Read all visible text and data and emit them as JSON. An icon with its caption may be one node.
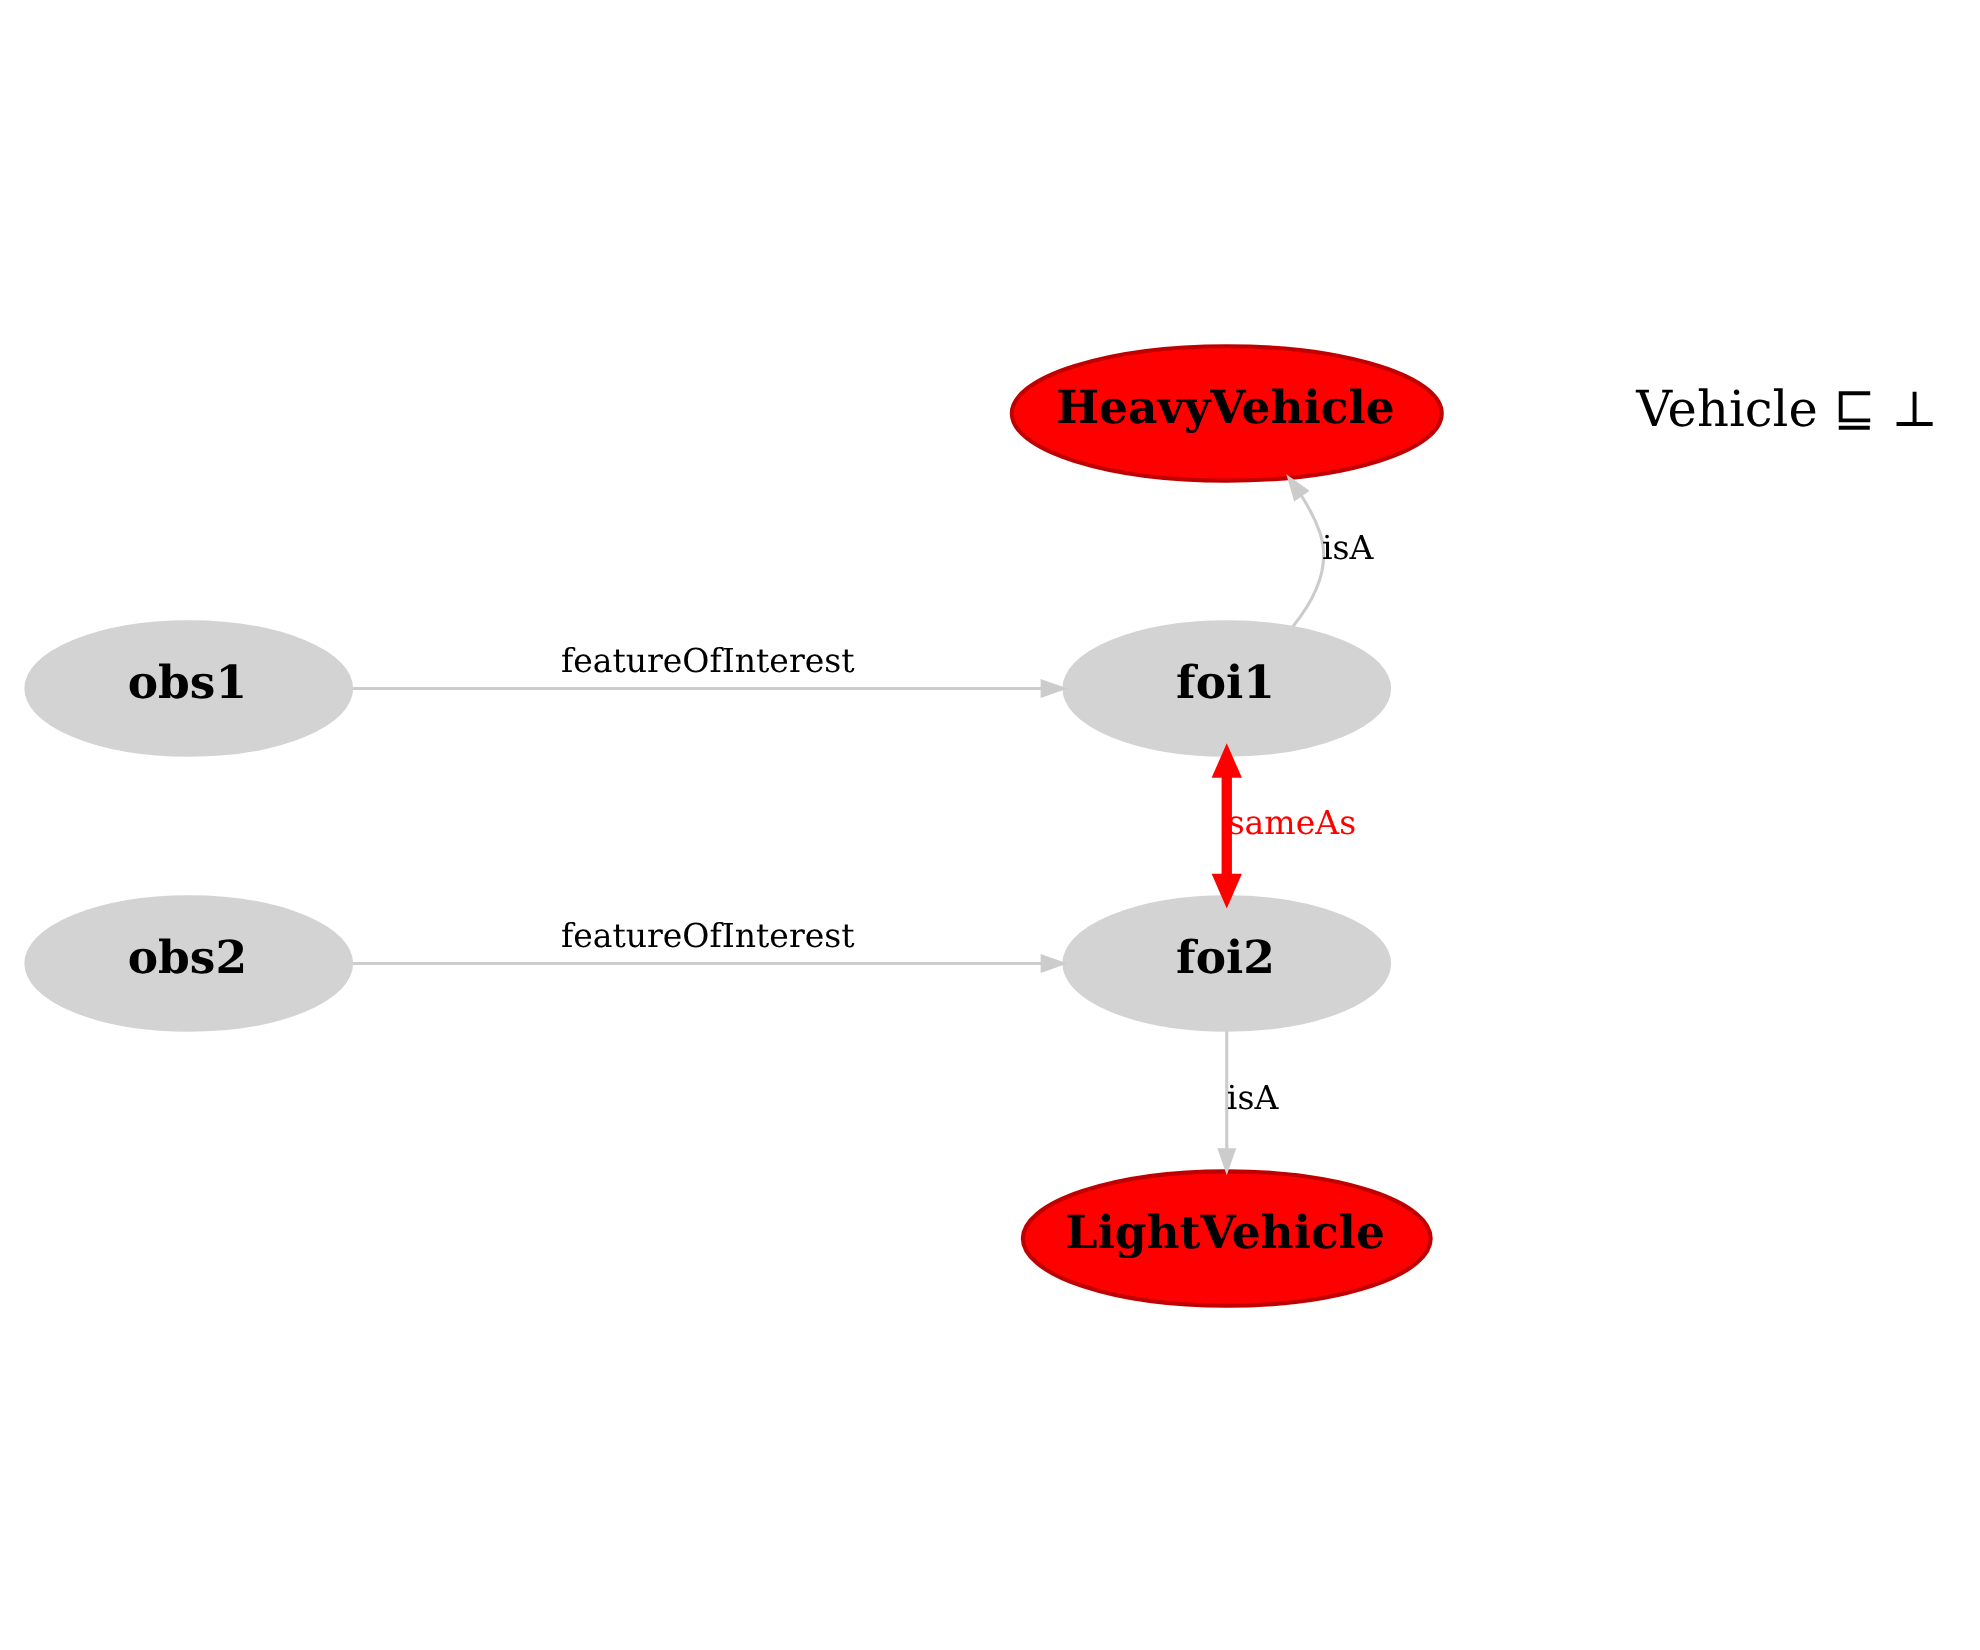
{
  "diagram": {
    "nodes": [
      {
        "text": [
          "HeavyVehicle"
        ]
      },
      {
        "text": [
          "obs1"
        ]
      },
      {
        "text": [
          "foi1"
        ]
      },
      {
        "text": [
          "obs2"
        ]
      },
      {
        "text": [
          "foi2"
        ]
      },
      {
        "text": [
          "LightVehicle"
        ]
      }
    ],
    "edges": [
      {
        "from": 1,
        "to": 2,
        "arrow": "to",
        "label": "featureOfInterest"
      },
      {
        "from": 2,
        "to": 0,
        "arrow": "to",
        "label": "isA"
      },
      {
        "from": 2,
        "to": 4,
        "arrow": "both",
        "label": "sameAs",
        "style": "thick",
        "color": "#ff0000"
      },
      {
        "from": 3,
        "to": 4,
        "arrow": "to",
        "label": "featureOfInterest"
      },
      {
        "from": 4,
        "to": 5,
        "arrow": "to",
        "label": "isA"
      }
    ],
    "labels": [
      "Vehicle ⊑ ⊥"
    ]
  }
}
